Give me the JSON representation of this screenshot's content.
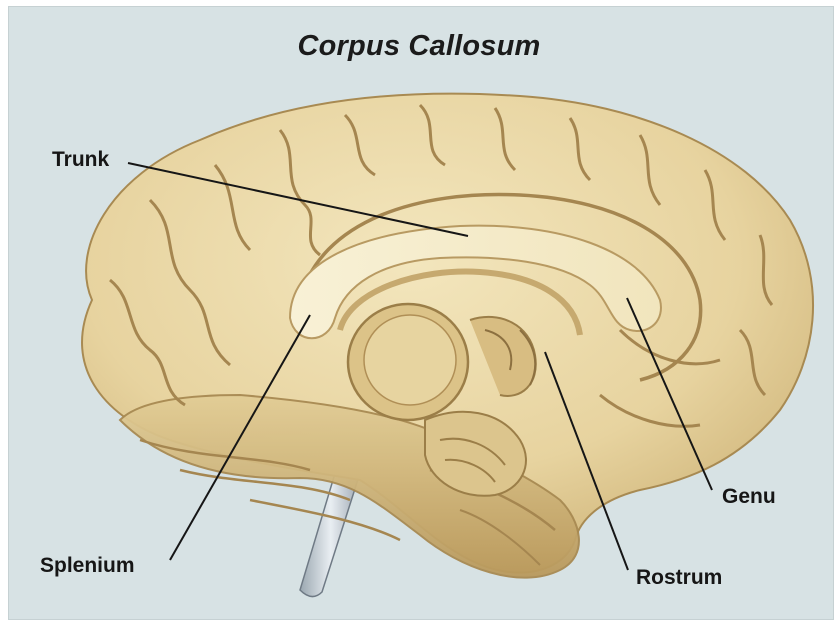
{
  "title": "Corpus Callosum",
  "labels": {
    "trunk": "Trunk",
    "splenium": "Splenium",
    "genu": "Genu",
    "rostrum": "Rostrum"
  },
  "colors": {
    "background": "#d7e2e4",
    "brain": "#ead9a8",
    "corpus_callosum": "#f7f0d2",
    "leader_line": "#161616"
  }
}
